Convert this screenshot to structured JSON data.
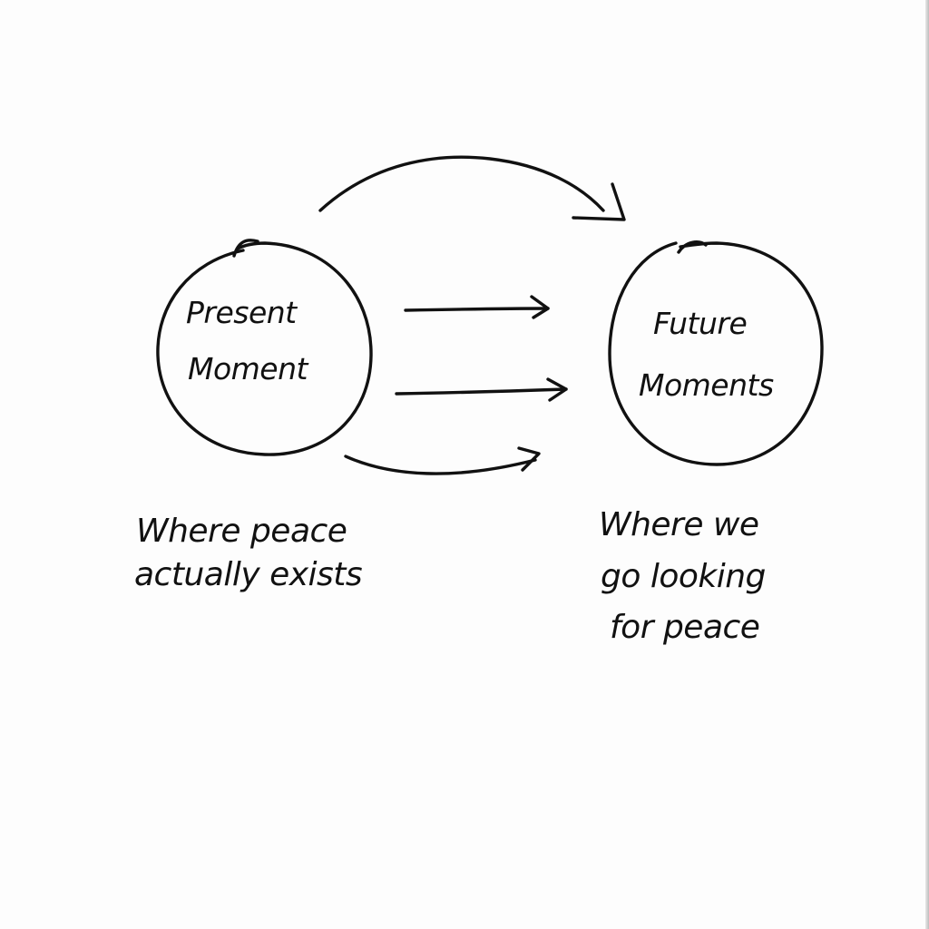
{
  "nodes": [
    {
      "id": "present",
      "lines": [
        "Present",
        "Moment"
      ]
    },
    {
      "id": "future",
      "lines": [
        "Future",
        "Moments"
      ]
    }
  ],
  "captions": {
    "present": [
      "Where peace",
      "actually exists"
    ],
    "future": [
      "Where we",
      "go looking",
      "for peace"
    ]
  },
  "colors": {
    "ink": "#111111",
    "paper": "#fdfdfd"
  }
}
